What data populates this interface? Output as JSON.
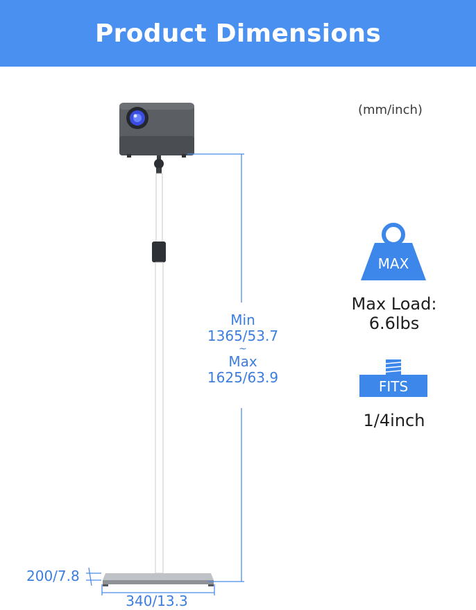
{
  "header": {
    "title": "Product Dimensions"
  },
  "units": "(mm/inch)",
  "height": {
    "min_label": "Min",
    "min_value": "1365/53.7",
    "separator": "~",
    "max_label": "Max",
    "max_value": "1625/63.9"
  },
  "base": {
    "height": "200/7.8",
    "width": "340/13.3"
  },
  "load_badge": {
    "label": "MAX"
  },
  "load": {
    "line1": "Max Load:",
    "line2": "6.6lbs"
  },
  "thread_badge": {
    "label": "FITS"
  },
  "thread": {
    "size": "1/4inch"
  },
  "colors": {
    "accent": "#4a90f0",
    "dimension": "#3b7ee0",
    "badge": "#3d86ea"
  }
}
